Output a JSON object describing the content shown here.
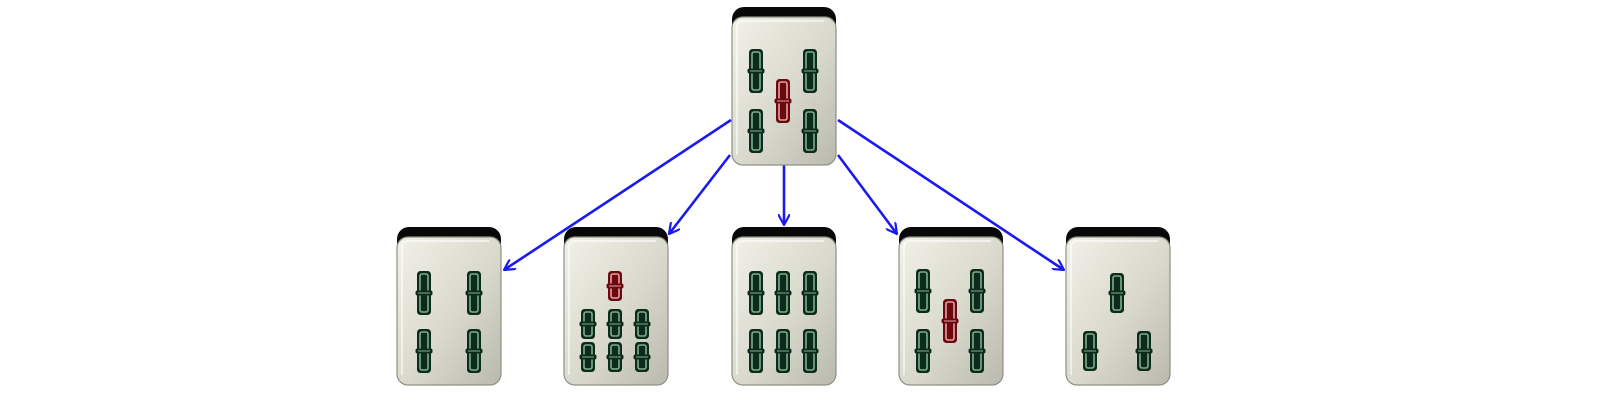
{
  "diagram": {
    "root": {
      "tile": "5-sou",
      "sticks": [
        {
          "color": "green"
        },
        {
          "color": "green"
        },
        {
          "color": "red"
        },
        {
          "color": "green"
        },
        {
          "color": "green"
        }
      ]
    },
    "children": [
      {
        "tile": "4-sou",
        "sticks": [
          {
            "color": "green"
          },
          {
            "color": "green"
          },
          {
            "color": "green"
          },
          {
            "color": "green"
          }
        ]
      },
      {
        "tile": "7-sou",
        "sticks": [
          {
            "color": "red"
          },
          {
            "color": "green"
          },
          {
            "color": "green"
          },
          {
            "color": "green"
          },
          {
            "color": "green"
          },
          {
            "color": "green"
          },
          {
            "color": "green"
          }
        ]
      },
      {
        "tile": "6-sou",
        "sticks": [
          {
            "color": "green"
          },
          {
            "color": "green"
          },
          {
            "color": "green"
          },
          {
            "color": "green"
          },
          {
            "color": "green"
          },
          {
            "color": "green"
          }
        ]
      },
      {
        "tile": "5-sou",
        "sticks": [
          {
            "color": "green"
          },
          {
            "color": "green"
          },
          {
            "color": "red"
          },
          {
            "color": "green"
          },
          {
            "color": "green"
          }
        ]
      },
      {
        "tile": "3-sou",
        "sticks": [
          {
            "color": "green"
          },
          {
            "color": "green"
          },
          {
            "color": "green"
          }
        ]
      }
    ],
    "edges": [
      {
        "from": "root",
        "to": 0
      },
      {
        "from": "root",
        "to": 1
      },
      {
        "from": "root",
        "to": 2
      },
      {
        "from": "root",
        "to": 3
      },
      {
        "from": "root",
        "to": 4
      }
    ],
    "colors": {
      "arrow": "#1a1aee",
      "stick_green": "#0e2a1a",
      "stick_red": "#6a0a10",
      "tile_back": "#080808",
      "tile_face": "#d8d8cc"
    }
  }
}
